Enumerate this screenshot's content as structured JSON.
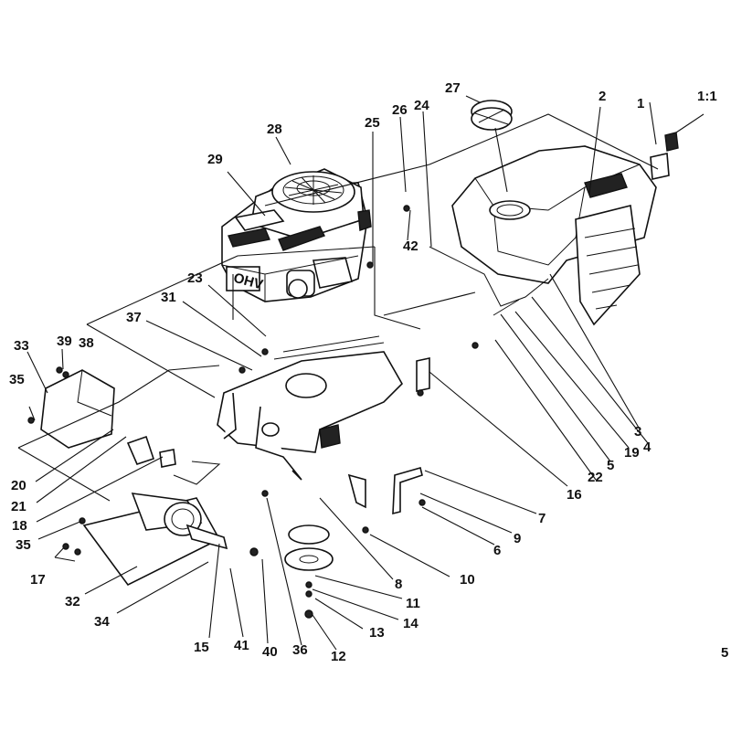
{
  "diagram": {
    "labels": [
      {
        "id": "l1",
        "text": "1"
      },
      {
        "id": "l1_1",
        "text": "1:1"
      },
      {
        "id": "l2",
        "text": "2"
      },
      {
        "id": "l3",
        "text": "3"
      },
      {
        "id": "l4",
        "text": "4"
      },
      {
        "id": "l5",
        "text": "5"
      },
      {
        "id": "l6",
        "text": "6"
      },
      {
        "id": "l7",
        "text": "7"
      },
      {
        "id": "l8",
        "text": "8"
      },
      {
        "id": "l9",
        "text": "9"
      },
      {
        "id": "l10",
        "text": "10"
      },
      {
        "id": "l11",
        "text": "11"
      },
      {
        "id": "l12",
        "text": "12"
      },
      {
        "id": "l13",
        "text": "13"
      },
      {
        "id": "l14",
        "text": "14"
      },
      {
        "id": "l15",
        "text": "15"
      },
      {
        "id": "l16",
        "text": "16"
      },
      {
        "id": "l17",
        "text": "17"
      },
      {
        "id": "l18",
        "text": "18"
      },
      {
        "id": "l19",
        "text": "19"
      },
      {
        "id": "l20",
        "text": "20"
      },
      {
        "id": "l21",
        "text": "21"
      },
      {
        "id": "l22",
        "text": "22"
      },
      {
        "id": "l23",
        "text": "23"
      },
      {
        "id": "l24",
        "text": "24"
      },
      {
        "id": "l25",
        "text": "25"
      },
      {
        "id": "l26",
        "text": "26"
      },
      {
        "id": "l27",
        "text": "27"
      },
      {
        "id": "l28",
        "text": "28"
      },
      {
        "id": "l29",
        "text": "29"
      },
      {
        "id": "l31",
        "text": "31"
      },
      {
        "id": "l32",
        "text": "32"
      },
      {
        "id": "l33",
        "text": "33"
      },
      {
        "id": "l34",
        "text": "34"
      },
      {
        "id": "l35a",
        "text": "35"
      },
      {
        "id": "l35b",
        "text": "35"
      },
      {
        "id": "l36",
        "text": "36"
      },
      {
        "id": "l37",
        "text": "37"
      },
      {
        "id": "l38",
        "text": "38"
      },
      {
        "id": "l39",
        "text": "39"
      },
      {
        "id": "l40",
        "text": "40"
      },
      {
        "id": "l41",
        "text": "41"
      },
      {
        "id": "l42",
        "text": "42"
      }
    ],
    "engine_decal": "OHV",
    "corner_mark": "5"
  }
}
